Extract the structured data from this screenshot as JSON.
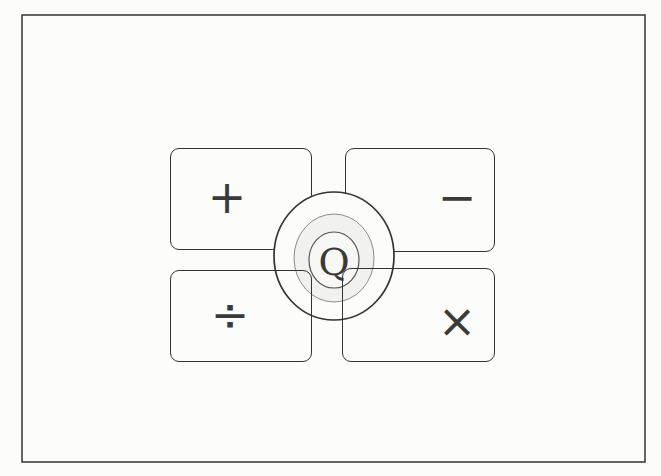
{
  "diagram": {
    "nodes": [
      {
        "text": [
          "+"
        ]
      },
      {
        "text": [
          "−"
        ]
      },
      {
        "text": [
          "Q"
        ]
      },
      {
        "text": [
          "÷"
        ]
      },
      {
        "text": [
          "×"
        ]
      }
    ]
  }
}
